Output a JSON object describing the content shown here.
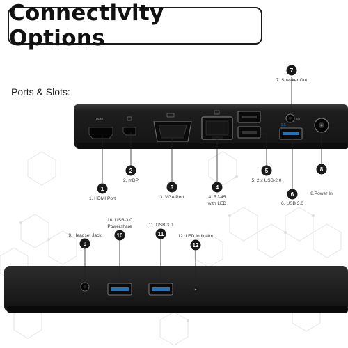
{
  "title": "Connectivity Options",
  "ports_heading": "Ports & Slots:",
  "labels": {
    "p1": "1. HDMI Port",
    "p2": "2. mDP",
    "p3": "3. VGA Port",
    "p4a": "4. RJ-45",
    "p4b": "with LED",
    "p5": "5. 2 x USB-2.0",
    "p6": "6. USB 3.0",
    "p7": "7. Speaker Out",
    "p8": "8.Power In",
    "p9": "9. Headset Jack",
    "p10a": "10. USB-3.0",
    "p10b": "Powershare",
    "p11": "11. USB 3.0",
    "p12": "12. LED Indicator"
  },
  "badges": {
    "b1": "1",
    "b2": "2",
    "b3": "3",
    "b4": "4",
    "b5": "5",
    "b6": "6",
    "b7": "7",
    "b8": "8",
    "b9": "9",
    "b10": "10",
    "b11": "11",
    "b12": "12"
  },
  "port_marks": {
    "hdmi": "HDMI",
    "usb3": "SS"
  },
  "colors": {
    "device": "#1b1b1b",
    "badge": "#1a1a1a",
    "usb3_accent": "#1e73be",
    "line": "#222222"
  }
}
